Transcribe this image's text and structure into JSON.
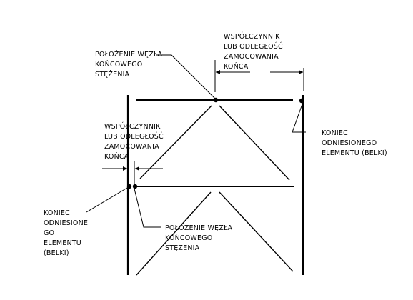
{
  "diagram": {
    "labels": {
      "factor_top_1": "WSPÓŁCZYNNIK",
      "factor_top_2": "LUB ODLEGŁOŚĆ",
      "factor_top_3": "ZAMOCOWANIA",
      "factor_top_4": "KOŃCA",
      "node_top_1": "POŁOŻENIE WĘZŁA",
      "node_top_2": "KOŃCOWEGO",
      "node_top_3": "STĘŻENIA",
      "end_right_1": "KONIEC",
      "end_right_2": "ODNIESIONEGO",
      "end_right_3": "ELEMENTU (BELKI)",
      "factor_left_1": "WSPÓŁCZYNNIK",
      "factor_left_2": "LUB ODLEGŁOŚĆ",
      "factor_left_3": "ZAMOCOWANIA",
      "factor_left_4": "KOŃCA",
      "end_left_1": "KONIEC",
      "end_left_2": "ODNIESIONE",
      "end_left_3": "GO",
      "end_left_4": "ELEMENTU",
      "end_left_5": "(BELKI)",
      "node_bottom_1": "POŁOŻENIE WĘZŁA",
      "node_bottom_2": "KOŃCOWEGO",
      "node_bottom_3": "STĘŻENIA"
    }
  }
}
